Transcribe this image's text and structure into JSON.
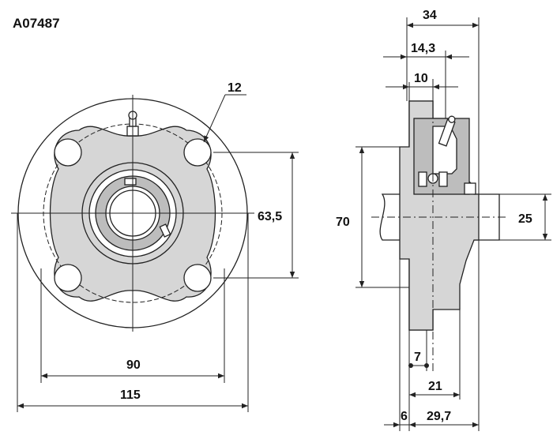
{
  "part_code": "A07487",
  "dimensions": {
    "front": {
      "hole_diameter": "12",
      "bolt_spacing_vertical": "63,5",
      "bolt_spacing_horizontal": "90",
      "flange_diameter": "115"
    },
    "side": {
      "overall_width": "34",
      "width_a": "14,3",
      "width_b": "10",
      "height": "70",
      "shaft_diameter": "25",
      "offset_a": "7",
      "offset_b": "21",
      "offset_c": "6",
      "offset_d": "29,7"
    }
  },
  "colors": {
    "body_fill": "#d6d6d6",
    "insert_fill": "#bdbdbd",
    "line": "#222222"
  }
}
